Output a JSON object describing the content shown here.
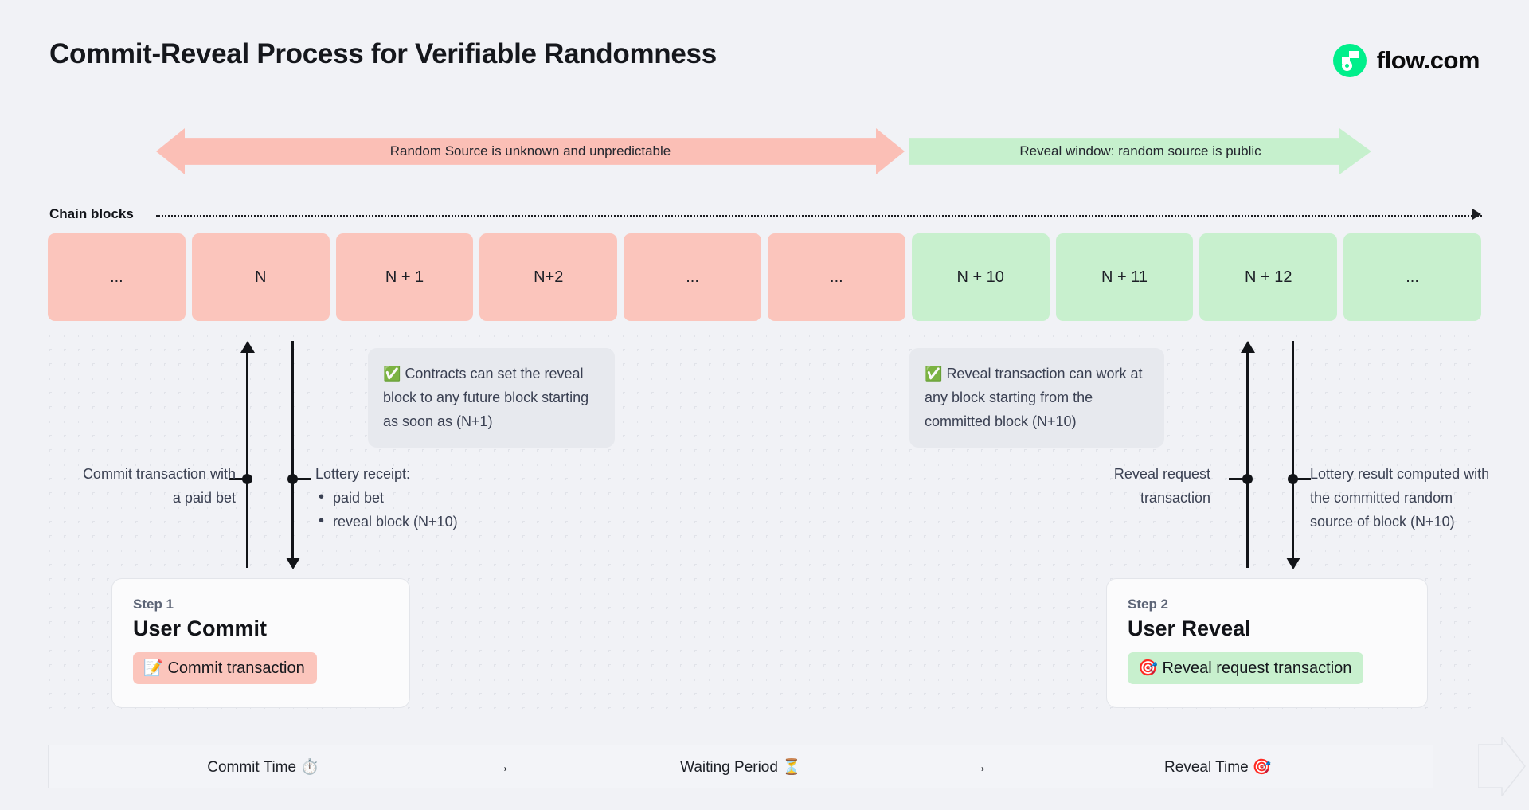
{
  "header": {
    "title": "Commit-Reveal Process for Verifiable Randomness",
    "brand_name": "flow.com",
    "brand_color": "#00ef8b"
  },
  "banners": [
    {
      "id": "commit-phase",
      "label": "Random Source is unknown and unpredictable",
      "color": "#fbbfb6",
      "direction": "double"
    },
    {
      "id": "reveal-phase",
      "label": "Reveal window: random source is public",
      "color": "#c6f0cd",
      "direction": "right"
    }
  ],
  "chain": {
    "axis_label": "Chain blocks",
    "blocks": [
      {
        "label": "...",
        "state": "pink"
      },
      {
        "label": "N",
        "state": "pink"
      },
      {
        "label": "N + 1",
        "state": "pink"
      },
      {
        "label": "N+2",
        "state": "pink"
      },
      {
        "label": "...",
        "state": "pink"
      },
      {
        "label": "...",
        "state": "pink"
      },
      {
        "label": "N + 10",
        "state": "green"
      },
      {
        "label": "N + 11",
        "state": "green"
      },
      {
        "label": "N + 12",
        "state": "green"
      },
      {
        "label": "...",
        "state": "green"
      }
    ]
  },
  "notes": {
    "commit": {
      "icon": "white-check-mark-icon",
      "icon_glyph": "✅",
      "text": "Contracts can set the reveal block to any future block starting as soon as (N+1)"
    },
    "reveal": {
      "icon": "white-check-mark-icon",
      "icon_glyph": "✅",
      "text": "Reveal transaction can work at any block starting from the committed block (N+10)"
    }
  },
  "annotations": {
    "commit_tx": "Commit transaction with a paid bet",
    "lottery_receipt_title": "Lottery receipt:",
    "lottery_receipt_items": [
      "paid bet",
      "reveal block (N+10)"
    ],
    "reveal_request": "Reveal request transaction",
    "lottery_result": "Lottery result computed with the committed random source of block (N+10)"
  },
  "steps": [
    {
      "eyebrow": "Step 1",
      "title": "User Commit",
      "chip_label": "Commit transaction",
      "chip_icon": "memo-icon",
      "chip_icon_glyph": "📝",
      "chip_color": "#fbc5bc"
    },
    {
      "eyebrow": "Step 2",
      "title": "User Reveal",
      "chip_label": "Reveal request transaction",
      "chip_icon": "direct-hit-icon",
      "chip_icon_glyph": "🎯",
      "chip_color": "#c8f0ce"
    }
  ],
  "timeline": {
    "segments": [
      {
        "label": "Commit Time ⏱️",
        "icon": "stopwatch-icon"
      },
      {
        "label": "Waiting Period ⏳",
        "icon": "hourglass-icon"
      },
      {
        "label": "Reveal Time 🎯",
        "icon": "direct-hit-icon"
      }
    ],
    "separator": "→"
  }
}
